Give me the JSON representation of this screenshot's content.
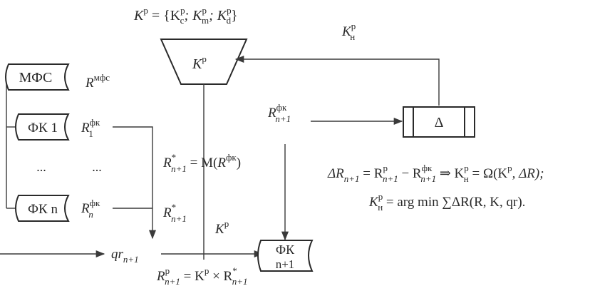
{
  "top_formula": {
    "lhs": "K",
    "lhs_sup": "р",
    "eq": " = ",
    "set": "{K",
    "c_sup": "р",
    "c_sub": "c",
    "sep1": "; K",
    "m_sup": "р",
    "m_sub": "m",
    "sep2": "; K",
    "d_sup": "р",
    "d_sub": "d",
    "close": "}"
  },
  "kn_label": {
    "base": "K",
    "sup": "р",
    "sub": "н"
  },
  "funnel_label": {
    "base": "K",
    "sup": "р"
  },
  "mfs": {
    "label": "МФС",
    "r_base": "R",
    "r_sup": "мфс"
  },
  "fk1": {
    "label": "ФК 1",
    "r_base": "R",
    "r_sup": "фк",
    "r_sub": "1"
  },
  "dots": {
    "left": "...",
    "right": "..."
  },
  "fkn": {
    "label": "ФК n",
    "r_base": "R",
    "r_sup": "фк",
    "r_sub": "n"
  },
  "r_next": {
    "base": "R",
    "sup": "фк",
    "sub": "n+1"
  },
  "delta_box": {
    "label": "Δ"
  },
  "rstar_eq": {
    "base": "R",
    "sup": "*",
    "sub": "n+1",
    "rhs": " = M(",
    "inner": "R",
    "inner_sup": "фк",
    "close": ")"
  },
  "rstar_n1": {
    "base": "R",
    "sup": "*",
    "sub": "n+1"
  },
  "kp_mid": {
    "base": "K",
    "sup": "р"
  },
  "delta_eq1": {
    "lhs": "ΔR",
    "lhs_sub": "n+1",
    "eq": " = R",
    "r1_sup": "р",
    "r1_sub": "n+1",
    "minus": " − R",
    "r2_sup": "фк",
    "r2_sub": "n+1",
    "implies": " ⇒ K",
    "kn_sup": "р",
    "kn_sub": "н",
    "rhs": " = Ω(K",
    "rhs_sup": "р",
    "rhs_tail": ", ΔR);"
  },
  "delta_eq2": {
    "lhs": "K",
    "lhs_sup": "р",
    "lhs_sub": "н",
    "rhs": " = arg min ∑ΔR(R, K, qr)."
  },
  "qr": {
    "base": "qr",
    "sub": "n+1"
  },
  "fk_next": {
    "line1": "ФК",
    "line2": "n+1"
  },
  "bottom_eq": {
    "base": "R",
    "sup": "р",
    "sub": "n+1",
    "eq": " = K",
    "k_sup": "р",
    "times": " × R",
    "r_sup": "*",
    "r_sub": "n+1"
  }
}
